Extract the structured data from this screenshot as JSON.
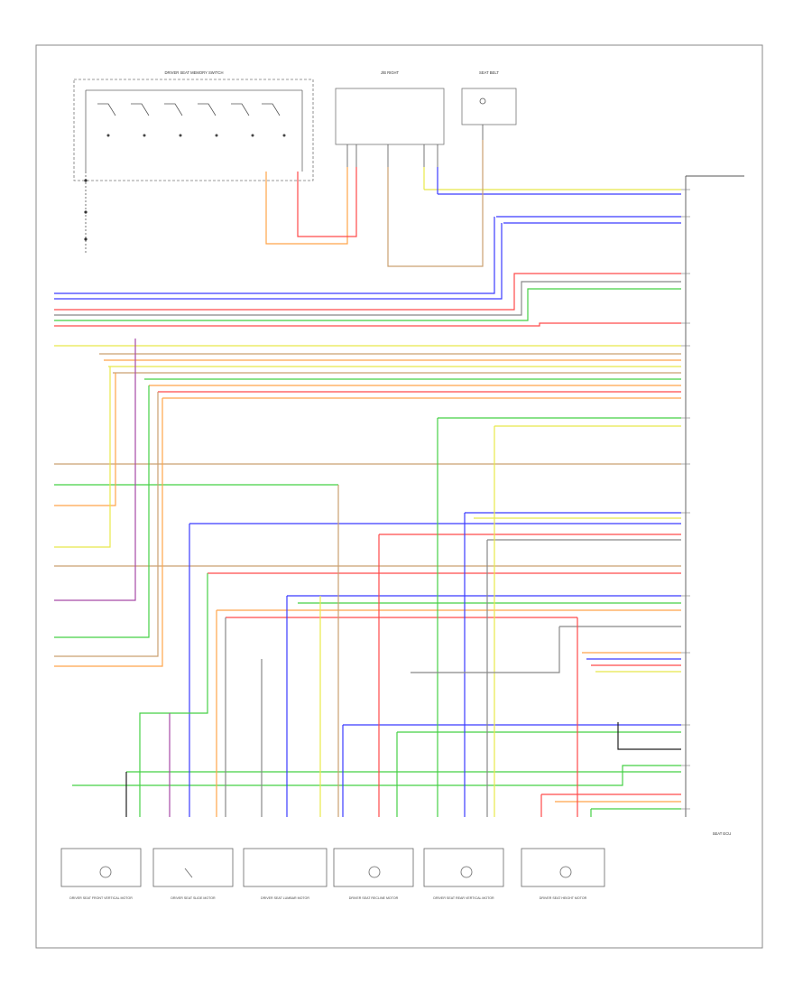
{
  "diagram_texts": {
    "footer_id": "",
    "top_left_header": "DRIVER SEAT MEMORY SWITCH",
    "top_center_header": "J/B RIGHT",
    "top_right_header": "SEAT BELT",
    "right_connector_title": "SEAT ECU",
    "bottom_labels": [
      "DRIVER SEAT FRONT VERTICAL MOTOR",
      "DRIVER SEAT SLIDE MOTOR",
      "DRIVER SEAT LUMBAR MOTOR",
      "DRIVER SEAT RECLINE MOTOR",
      "DRIVER SEAT REAR VERTICAL MOTOR",
      "DRIVER SEAT HEIGHT MOTOR"
    ]
  },
  "colors": {
    "red": "#ff4a4a",
    "blue": "#3b3bff",
    "green": "#45d045",
    "yellow": "#e8e84a",
    "orange": "#ffa54a",
    "tan": "#caa070",
    "violet": "#a64aa6",
    "gray": "#888888",
    "black": "#222222",
    "pink": "#ff9a9a",
    "lightgreen": "#a8e8a8"
  }
}
